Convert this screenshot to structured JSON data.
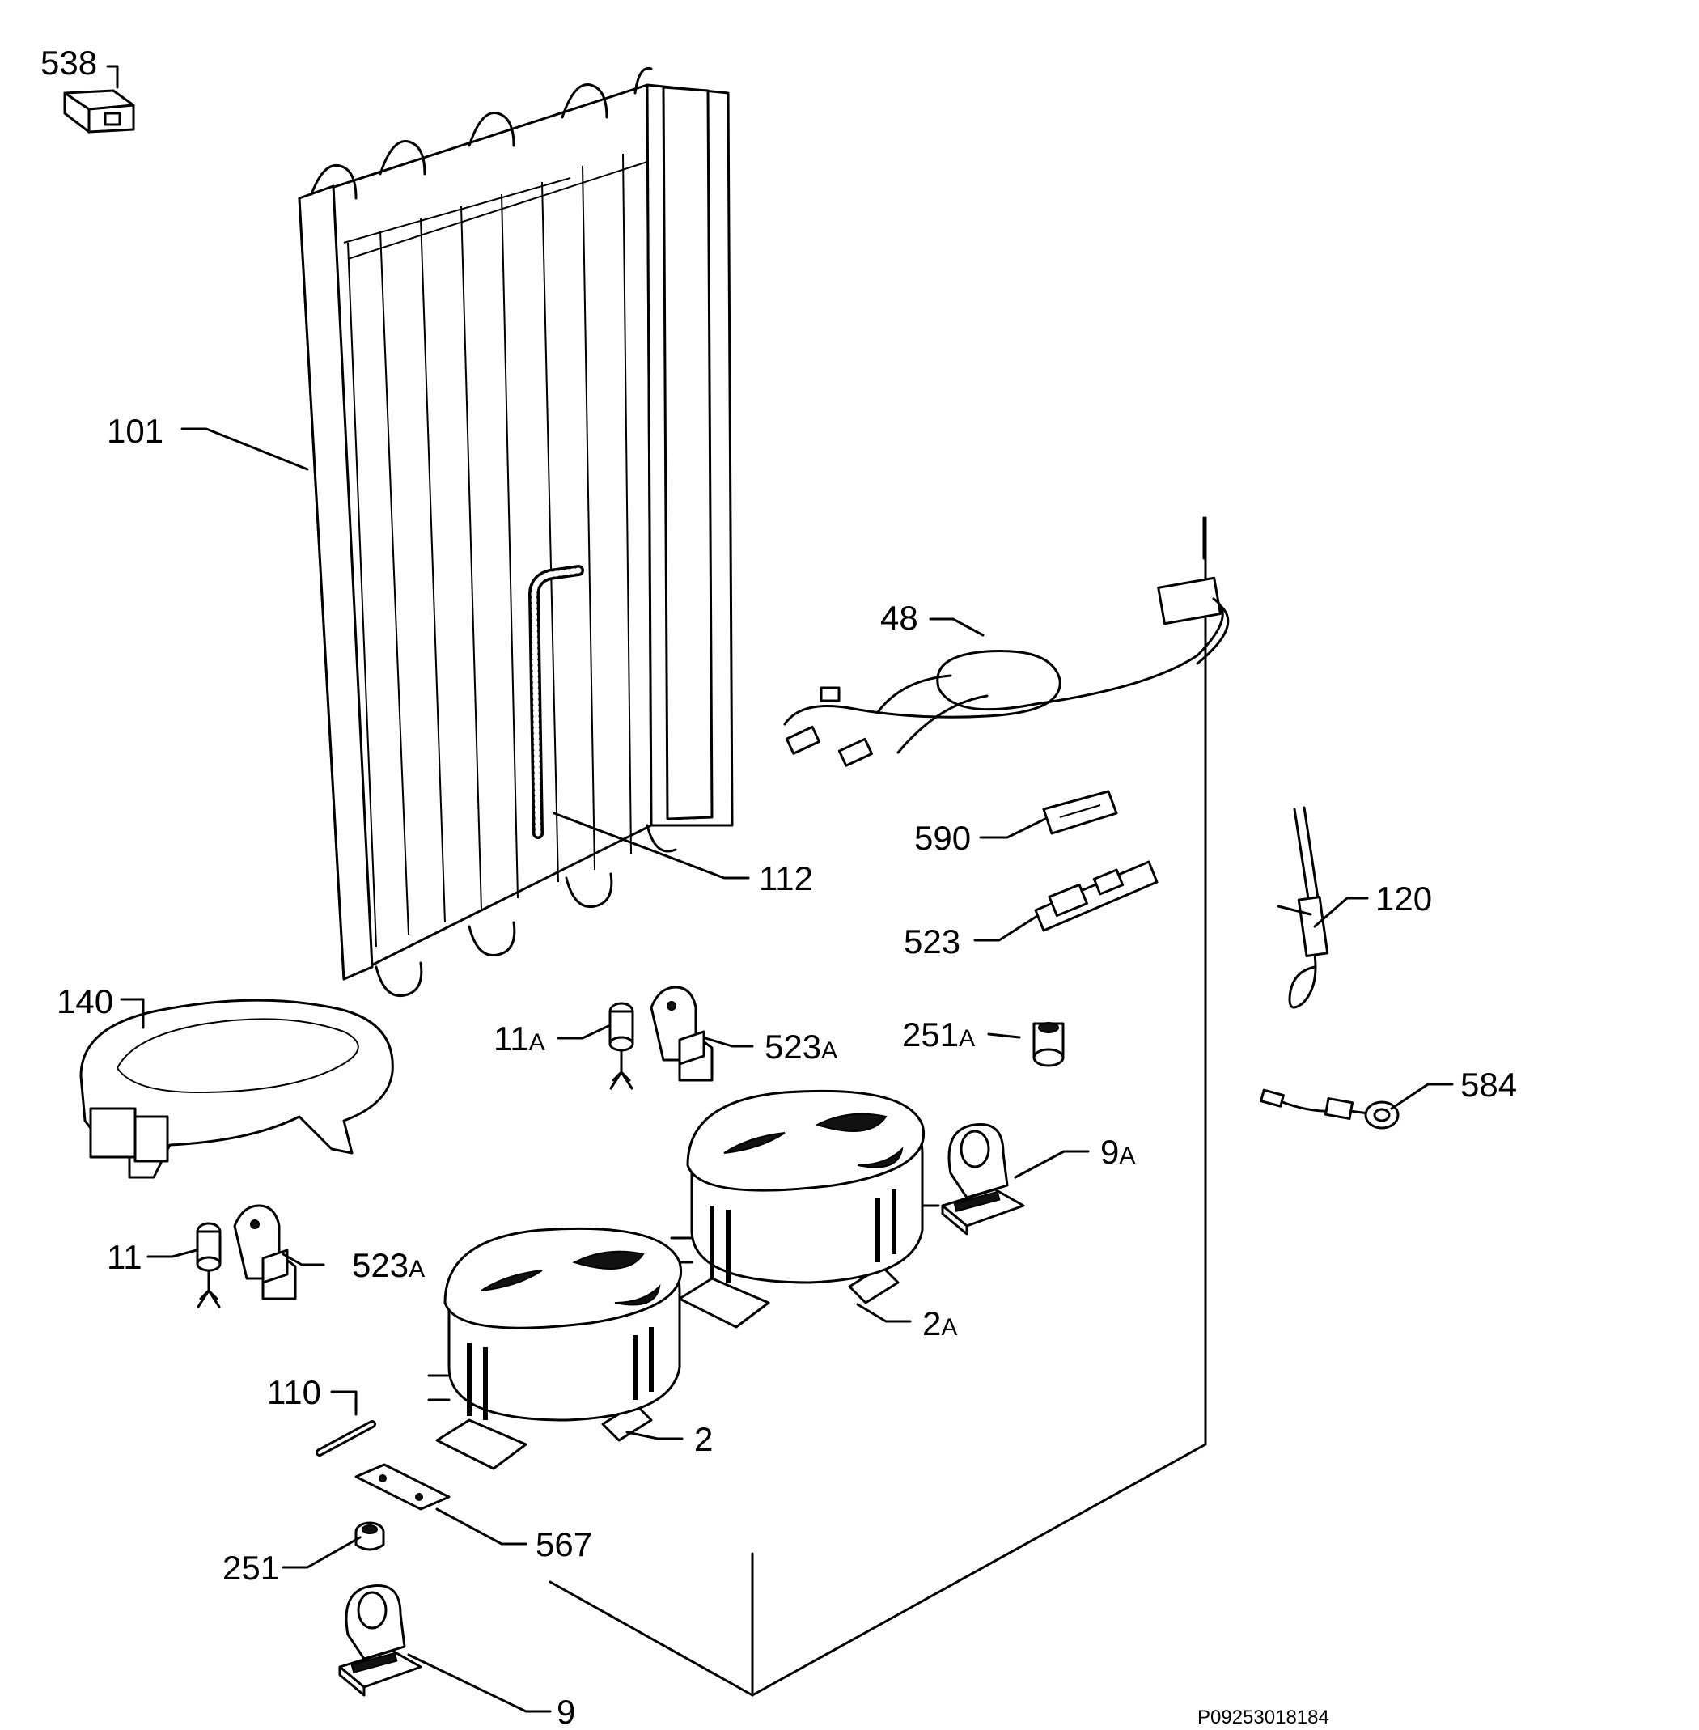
{
  "callouts": {
    "c538": "538",
    "c101": "101",
    "c48": "48",
    "c590": "590",
    "c112": "112",
    "c120": "120",
    "c523": "523",
    "c140": "140",
    "c251A": "251",
    "c251A_suffix": "A",
    "c11A": "11",
    "c11A_suffix": "A",
    "c523A_top": "523",
    "c523A_top_suffix": "A",
    "c584": "584",
    "c9A": "9",
    "c9A_suffix": "A",
    "c11": "11",
    "c523A_bottom": "523",
    "c523A_bottom_suffix": "A",
    "c2A": "2",
    "c2A_suffix": "A",
    "c110": "110",
    "c2": "2",
    "c567": "567",
    "c251": "251",
    "c9": "9"
  },
  "drawing_code": "P09253018184"
}
